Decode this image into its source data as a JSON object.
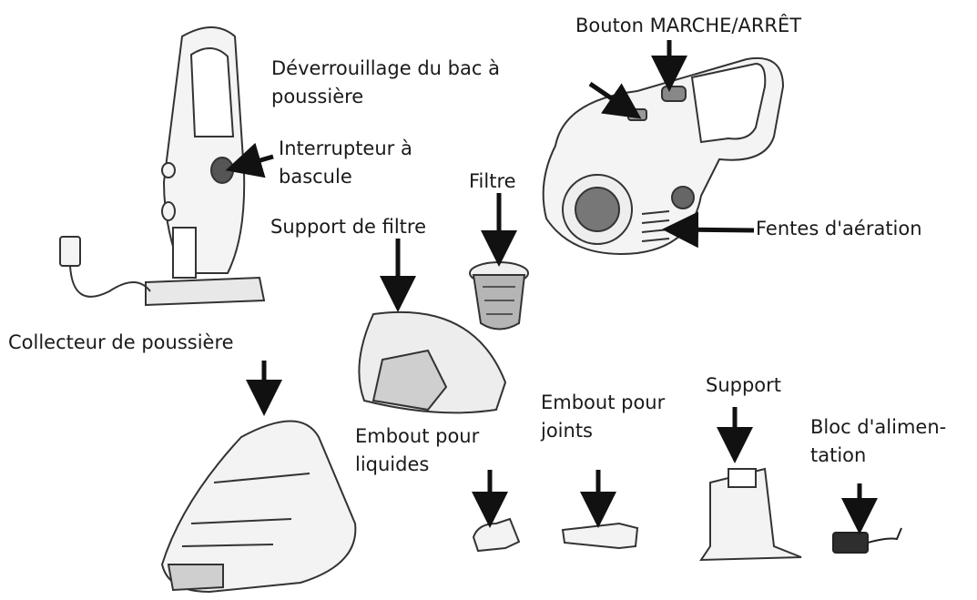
{
  "labels": {
    "power_button": "Bouton MARCHE/ARRÊT",
    "dust_bin_release": [
      "Déverrouillage du bac à",
      "poussière"
    ],
    "rocker_switch": [
      "Interrupteur à",
      "bascule"
    ],
    "filter": "Filtre",
    "filter_support": "Support de filtre",
    "air_vents": "Fentes d'aération",
    "dust_collector": "Collecteur de poussière",
    "liquid_nozzle": [
      "Embout pour",
      "liquides"
    ],
    "crevice_nozzle": [
      "Embout pour",
      "joints"
    ],
    "stand": "Support",
    "power_supply": [
      "Bloc d'alimen-",
      "tation"
    ]
  },
  "colors": {
    "line": "#2b2b2b",
    "fill_light": "#f2f2f2",
    "fill_dark": "#3a3a3a"
  }
}
